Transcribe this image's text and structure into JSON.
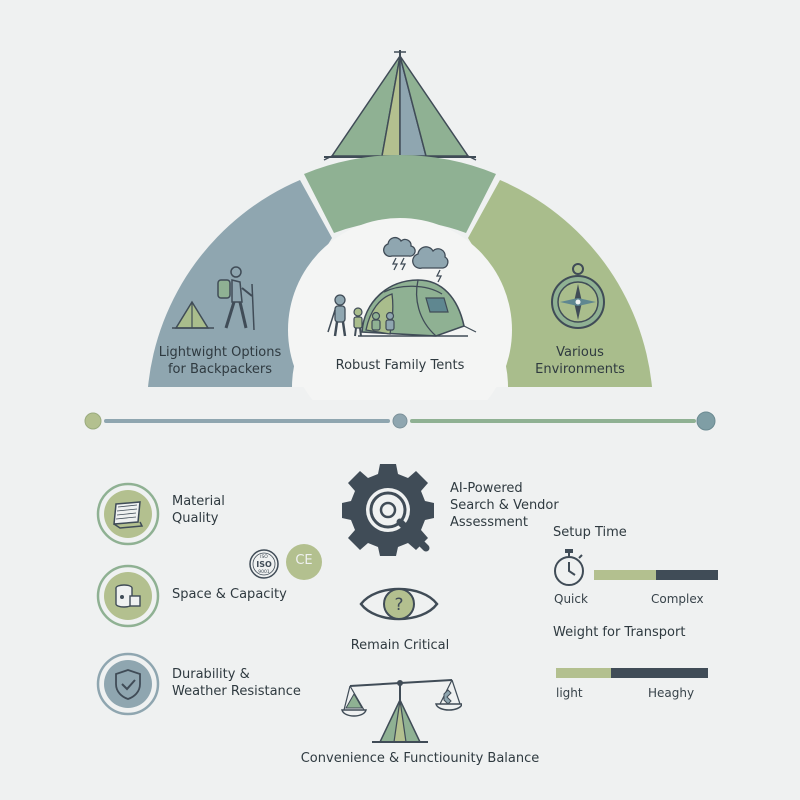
{
  "colors": {
    "background": "#eff1f1",
    "slate_blue": "#8fa6b0",
    "sage_green": "#8fb193",
    "olive_green": "#a9bd8c",
    "dark_slate": "#404c57",
    "light_olive": "#b3c08f",
    "teal_blue": "#5f8790"
  },
  "arch": {
    "left_label": "Lightwight Options for Backpackers",
    "center_label": "Robust Family Tents",
    "right_label": "Various Environments"
  },
  "criteria": [
    {
      "label": "Material Quality",
      "icon": "fabric-swatch-icon"
    },
    {
      "label": "Space & Capacity",
      "icon": "capacity-box-icon"
    },
    {
      "label": "Durability & Weather Resistance",
      "icon": "shield-icon"
    }
  ],
  "badges": {
    "iso_top": "ISO",
    "iso_bottom": "9001",
    "iso_text": "ISO",
    "ce": "CE"
  },
  "ai": {
    "label": "AI-Powered Search & Vendor Assessment",
    "icon": "gear-magnifier-icon"
  },
  "critical": {
    "label": "Remain Critical",
    "icon": "eye-question-icon",
    "glyph": "?"
  },
  "balance": {
    "label": "Convenience & Functiounity Balance",
    "icon": "balance-scale-icon"
  },
  "setup": {
    "title": "Setup Time",
    "left": "Quick",
    "right": "Complex",
    "level": 0.5,
    "icon": "stopwatch-icon"
  },
  "weight": {
    "title": "Weight for Transport",
    "left": "light",
    "right": "Heaghy",
    "level": 0.36
  }
}
